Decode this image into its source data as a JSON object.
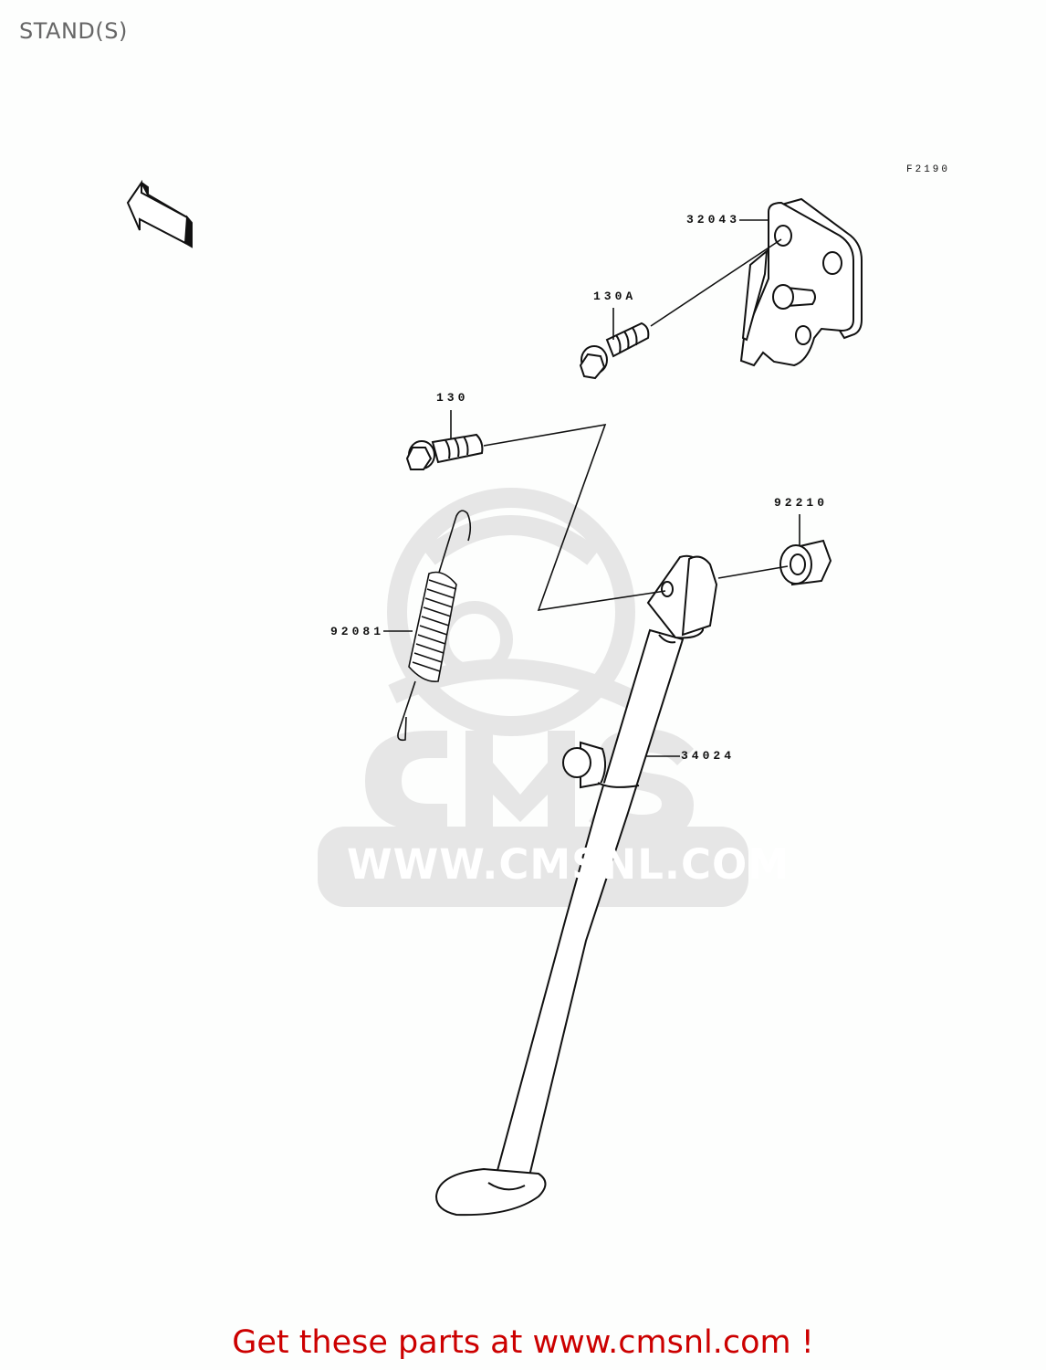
{
  "page": {
    "title": "STAND(S)",
    "figure_code": "F2190"
  },
  "orientation": {
    "front_arrow_label": "FRONT"
  },
  "parts": [
    {
      "number": "32043",
      "description": "bracket"
    },
    {
      "number": "130A",
      "description": "flanged bolt"
    },
    {
      "number": "130",
      "description": "flanged bolt"
    },
    {
      "number": "92210",
      "description": "flanged nut"
    },
    {
      "number": "92081",
      "description": "spring"
    },
    {
      "number": "34024",
      "description": "side stand"
    }
  ],
  "watermark": {
    "logo_text": "CMS",
    "url_text": "WWW.CMSNL.COM",
    "color": "#e6e6e6"
  },
  "footer": {
    "link_text": "Get these parts at www.cmsnl.com !",
    "color": "#cc0000"
  },
  "colors": {
    "background": "#fdfefd",
    "line": "#111111",
    "title": "#666666"
  }
}
